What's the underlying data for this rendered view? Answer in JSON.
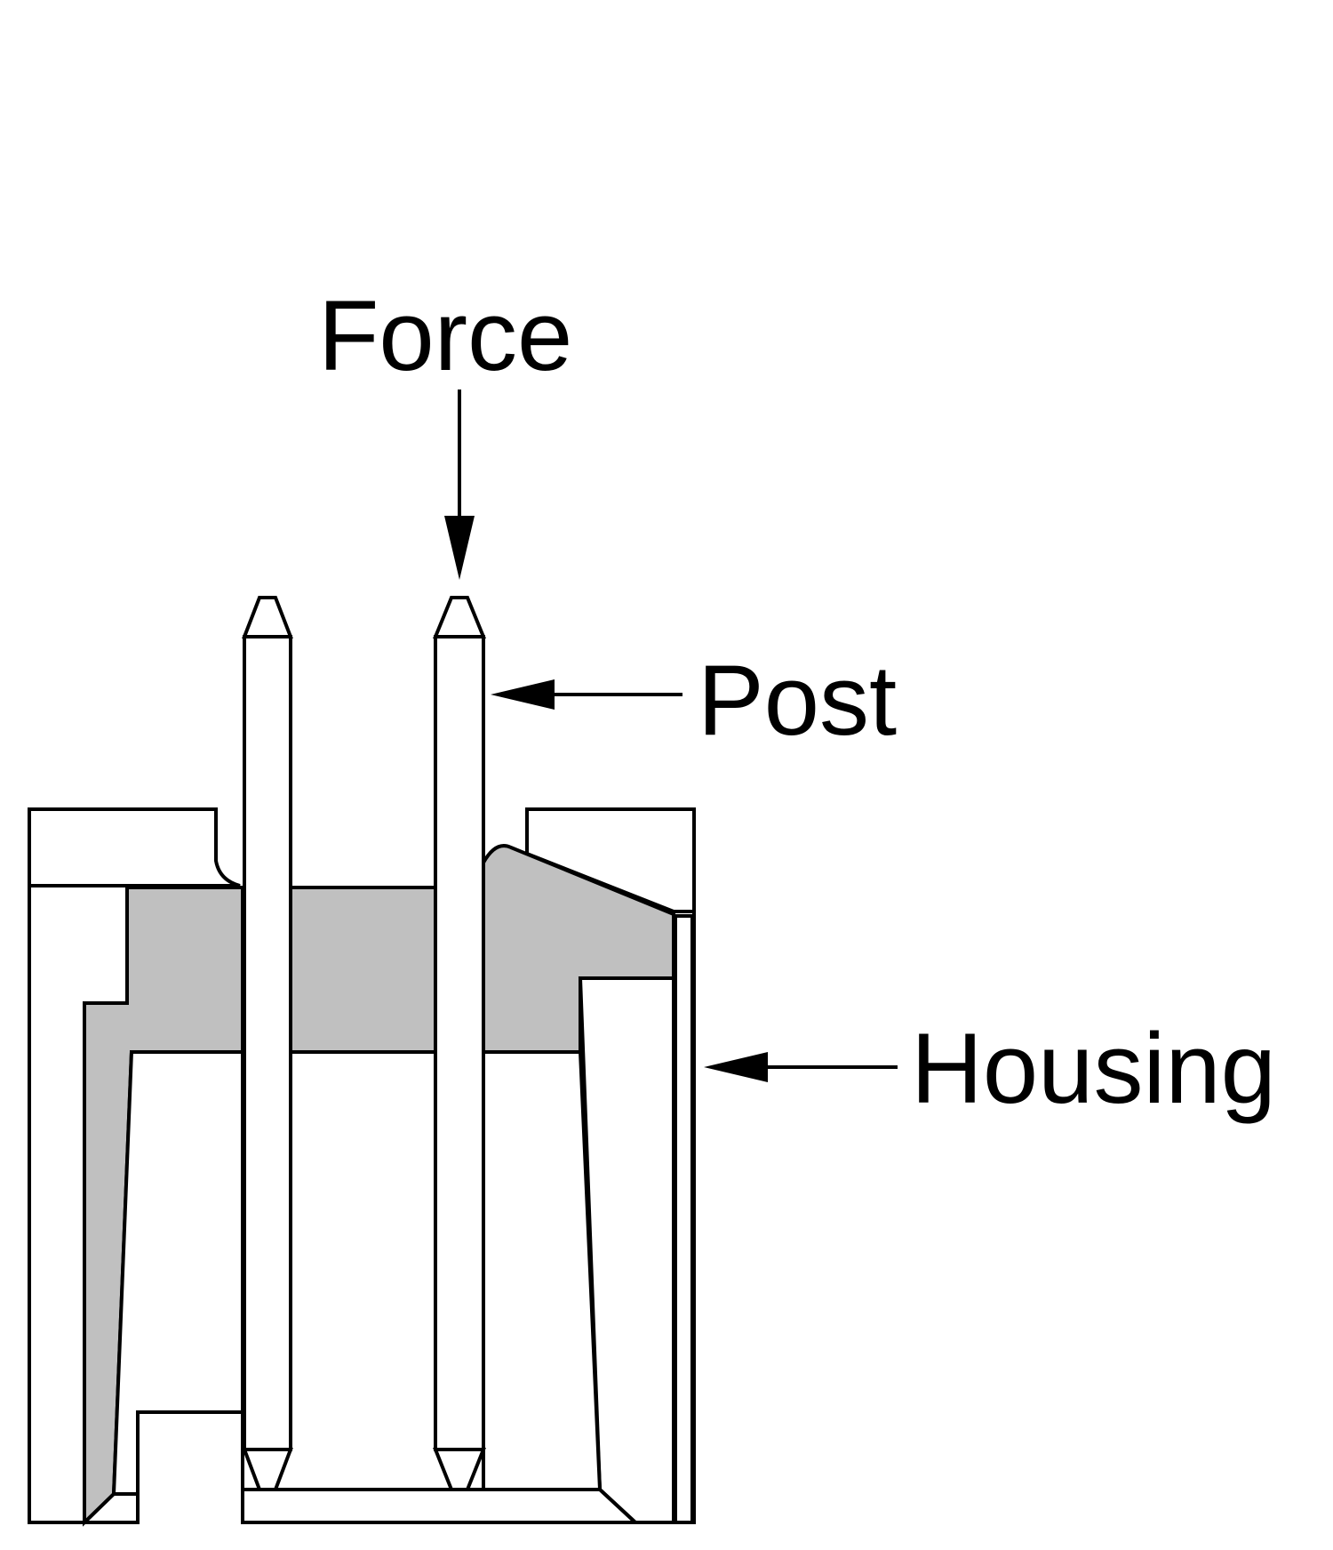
{
  "labels": {
    "force": "Force",
    "post": "Post",
    "housing": "Housing"
  },
  "colors": {
    "background": "#ffffff",
    "line": "#000000",
    "fill_gray": "#c0c0c0"
  }
}
